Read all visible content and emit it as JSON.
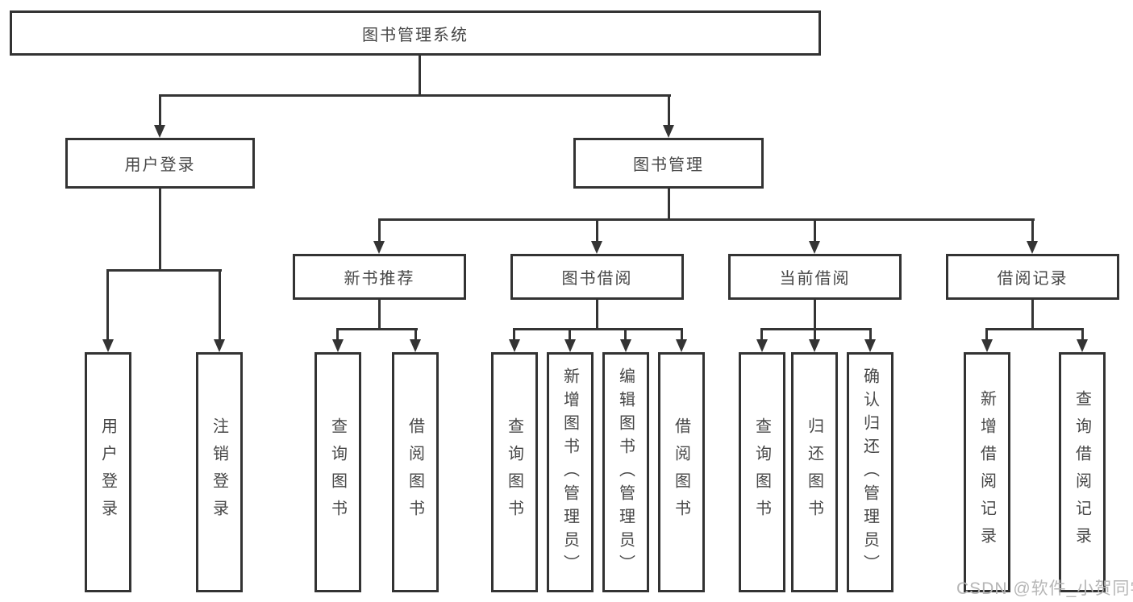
{
  "diagram": {
    "type": "tree",
    "colors": {
      "line": "#343434",
      "box_border": "#333333",
      "text": "#474747",
      "box_background": "#ffffff",
      "watermark": "#b6b6b6"
    },
    "root": {
      "label": "图书管理系统"
    },
    "branches": [
      {
        "label": "用户登录",
        "leaves": [
          "用户登录",
          "注销登录"
        ]
      },
      {
        "label": "图书管理",
        "groups": [
          {
            "label": "新书推荐",
            "leaves": [
              "查询图书",
              "借阅图书"
            ]
          },
          {
            "label": "图书借阅",
            "leaves": [
              "查询图书",
              "新增图书（管理员）",
              "编辑图书（管理员）",
              "借阅图书"
            ]
          },
          {
            "label": "当前借阅",
            "leaves": [
              "查询图书",
              "归还图书",
              "确认归还（管理员）"
            ]
          },
          {
            "label": "借阅记录",
            "leaves": [
              "新增借阅记录",
              "查询借阅记录"
            ]
          }
        ]
      }
    ]
  },
  "watermark": {
    "text": "CSDN @软件_小贺同学"
  }
}
